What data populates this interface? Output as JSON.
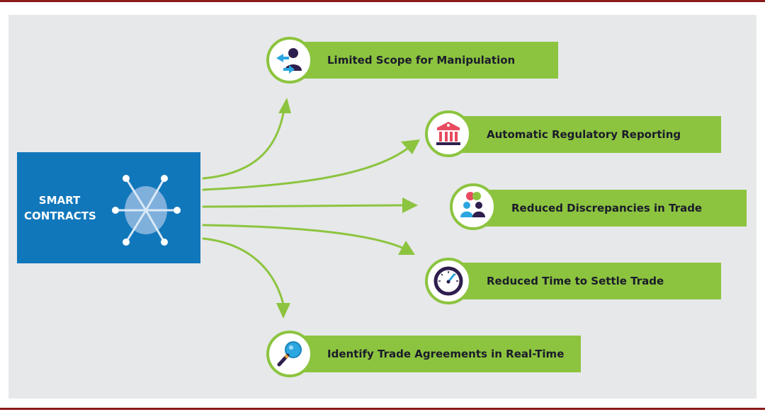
{
  "hub": {
    "title_line1": "SMART",
    "title_line2": "CONTRACTS"
  },
  "benefits": [
    {
      "label": "Limited Scope for Manipulation",
      "icon": "manipulation-icon"
    },
    {
      "label": "Automatic Regulatory Reporting",
      "icon": "bank-icon"
    },
    {
      "label": "Reduced Discrepancies in Trade",
      "icon": "people-icon"
    },
    {
      "label": "Reduced Time to Settle Trade",
      "icon": "gauge-icon"
    },
    {
      "label": "Identify Trade Agreements in Real-Time",
      "icon": "magnifier-icon"
    }
  ],
  "colors": {
    "hub": "#1177bb",
    "bar": "#8cc43f",
    "arrow": "#8cc43f",
    "panel": "#e7e8e9",
    "frame": "#8b1a1a",
    "icon_dark": "#2e1e4d",
    "icon_blue": "#2ba6e0",
    "icon_red": "#e84a5f"
  }
}
